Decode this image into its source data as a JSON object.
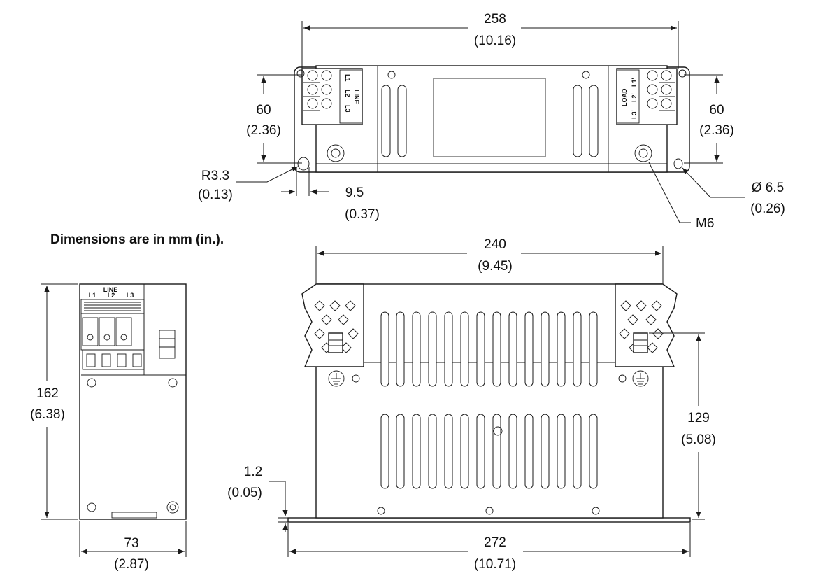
{
  "note": "Dimensions are in mm (in.).",
  "dimensions": {
    "top_width": {
      "mm": "258",
      "in": "(10.16)"
    },
    "top_left_height": {
      "mm": "60",
      "in": "(2.36)"
    },
    "top_right_height": {
      "mm": "60",
      "in": "(2.36)"
    },
    "radius": {
      "mm": "R3.3",
      "in": "(0.13)"
    },
    "hole_offset": {
      "mm": "9.5",
      "in": "(0.37)"
    },
    "hole_diameter": {
      "mm": "Ø 6.5",
      "in": "(0.26)"
    },
    "stud": {
      "label": "M6"
    },
    "front_width": {
      "mm": "240",
      "in": "(9.45)"
    },
    "front_height": {
      "mm": "129",
      "in": "(5.08)"
    },
    "base_width": {
      "mm": "272",
      "in": "(10.71)"
    },
    "plate_thickness": {
      "mm": "1.2",
      "in": "(0.05)"
    },
    "side_height": {
      "mm": "162",
      "in": "(6.38)"
    },
    "side_width": {
      "mm": "73",
      "in": "(2.87)"
    }
  },
  "terminal_labels": {
    "line_group": "LINE",
    "load_group": "LOAD",
    "line": [
      "L1",
      "L2",
      "L3"
    ],
    "load": [
      "L1'",
      "L2'",
      "L3'"
    ]
  },
  "colors": {
    "line": "#1a1a1a",
    "background": "#ffffff"
  }
}
